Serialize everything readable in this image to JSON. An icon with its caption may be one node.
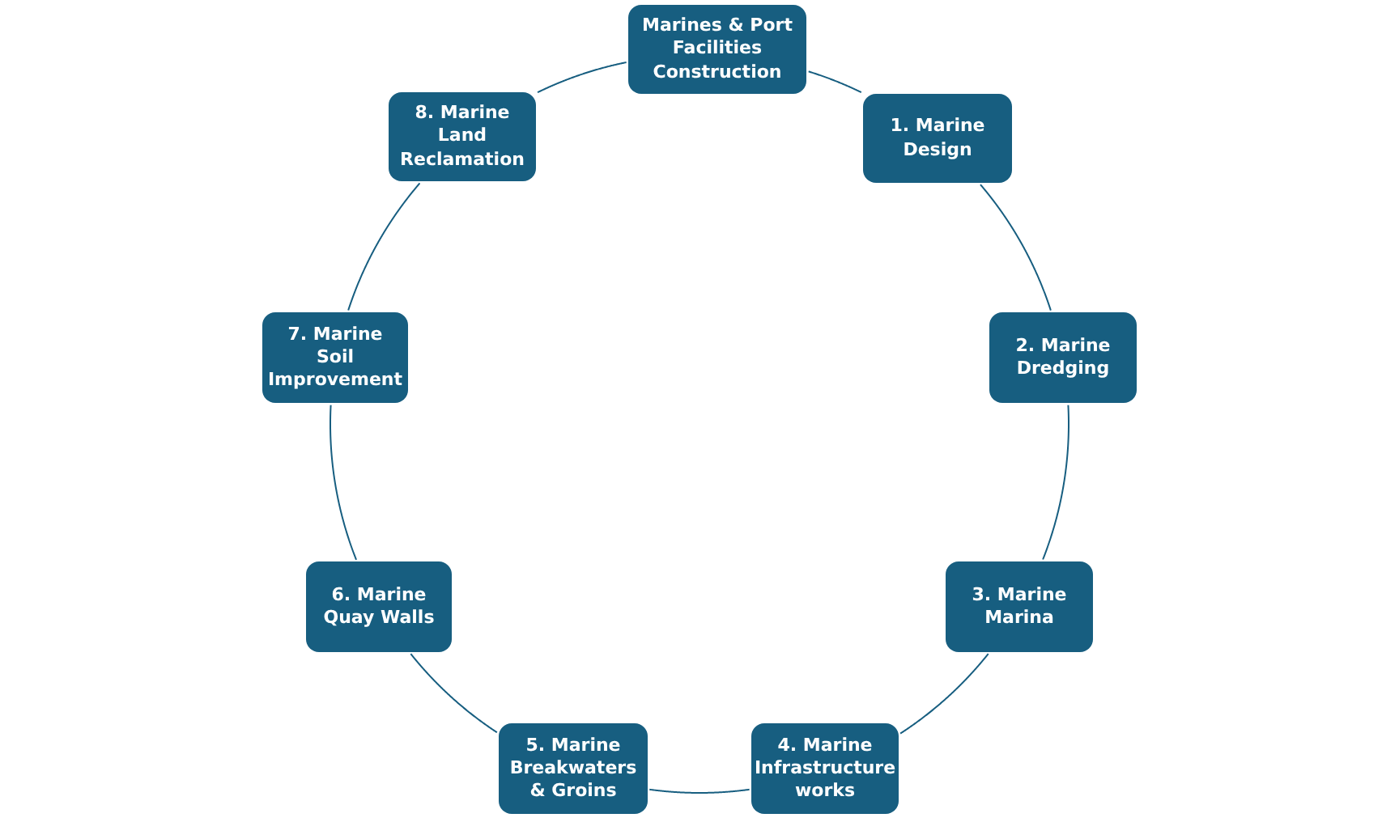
{
  "diagram": {
    "nodes": [
      {
        "text": [
          "Marines & Port Facilities Construction"
        ]
      },
      {
        "text": [
          "1. Marine Design"
        ]
      },
      {
        "text": [
          "2. Marine Dredging"
        ]
      },
      {
        "text": [
          "3. Marine Marina"
        ]
      },
      {
        "text": [
          "4. Marine Infrastructure works"
        ]
      },
      {
        "text": [
          "5. Marine Breakwaters & Groins"
        ]
      },
      {
        "text": [
          "6. Marine Quay Walls"
        ]
      },
      {
        "text": [
          "7. Marine Soil Improvement"
        ]
      },
      {
        "text": [
          "8. Marine Land Reclamation"
        ]
      }
    ],
    "edges": [
      {
        "from": 0,
        "to": 1,
        "arrow": "none"
      },
      {
        "from": 1,
        "to": 2,
        "arrow": "none"
      },
      {
        "from": 2,
        "to": 3,
        "arrow": "none"
      },
      {
        "from": 3,
        "to": 4,
        "arrow": "none"
      },
      {
        "from": 4,
        "to": 5,
        "arrow": "none"
      },
      {
        "from": 5,
        "to": 6,
        "arrow": "none"
      },
      {
        "from": 6,
        "to": 7,
        "arrow": "none"
      },
      {
        "from": 7,
        "to": 8,
        "arrow": "none"
      },
      {
        "from": 8,
        "to": 0,
        "arrow": "none"
      }
    ]
  }
}
